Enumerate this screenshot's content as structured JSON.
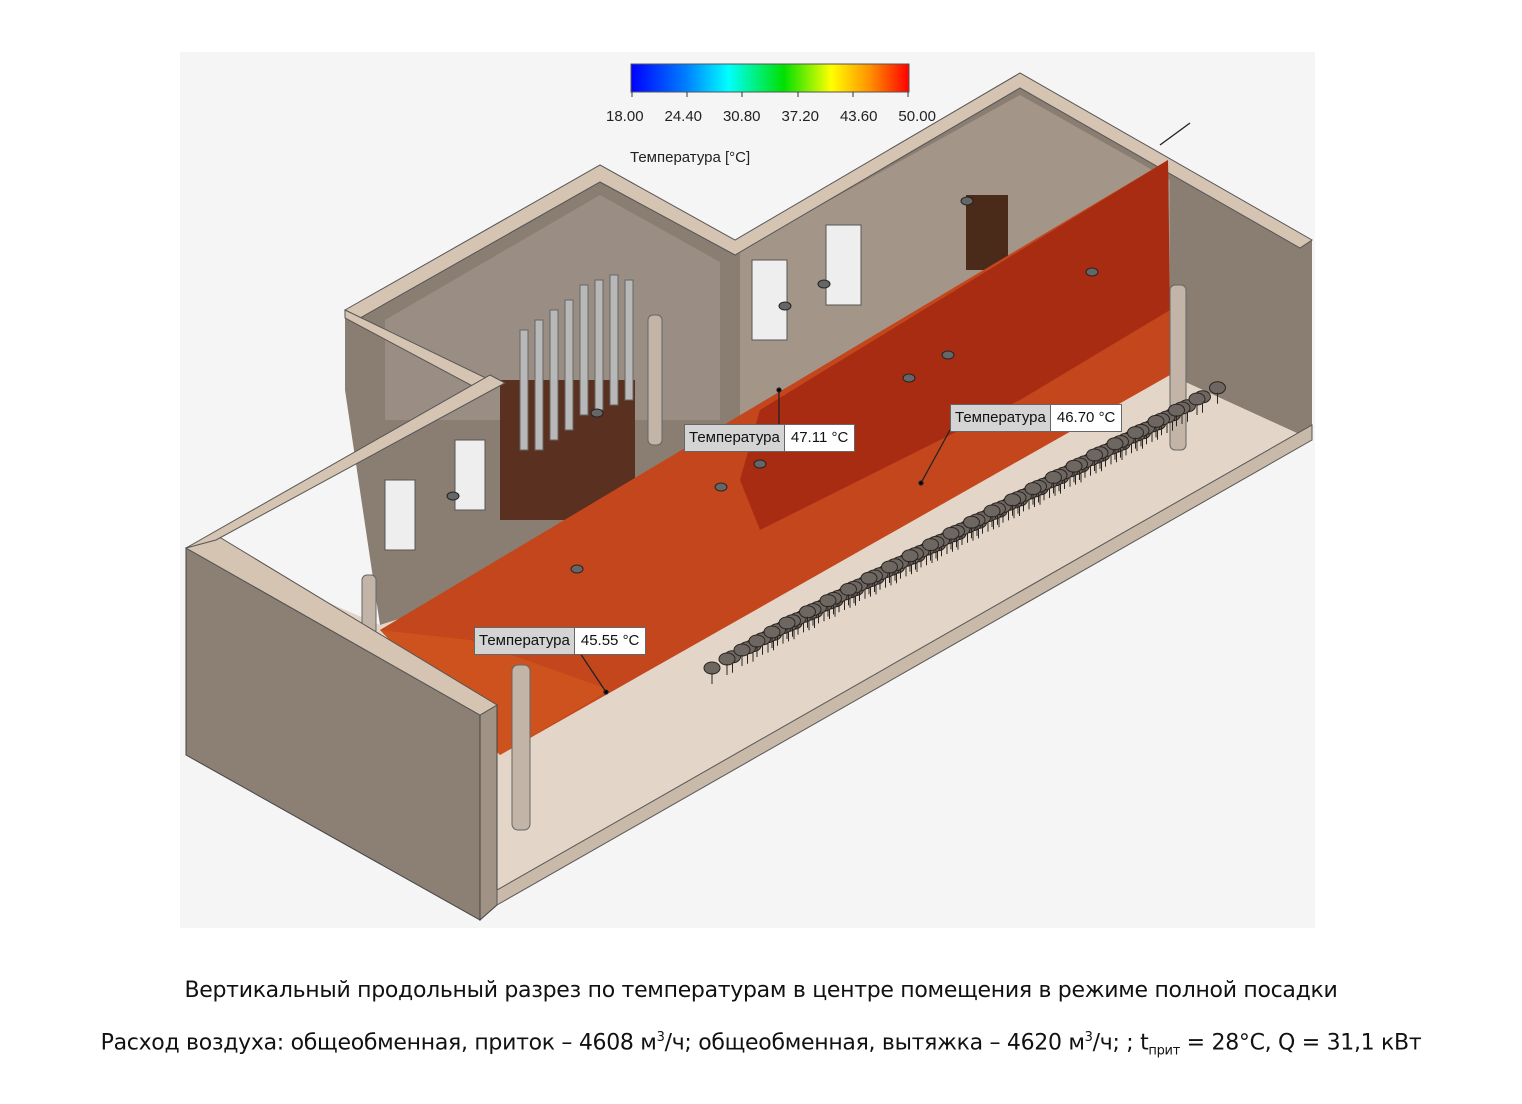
{
  "legend": {
    "title": "Температура [°C]",
    "ticks": [
      "18.00",
      "24.40",
      "30.80",
      "37.20",
      "43.60",
      "50.00"
    ],
    "colors": [
      "#0000ff",
      "#0050ff",
      "#00c0ff",
      "#00ffd0",
      "#00e030",
      "#80ff00",
      "#ffff00",
      "#ffb000",
      "#ff5000",
      "#ff0000"
    ]
  },
  "probes": [
    {
      "label": "Температура",
      "value": "47.11 °C"
    },
    {
      "label": "Температура",
      "value": "46.70 °C"
    },
    {
      "label": "Температура",
      "value": "45.55 °C"
    }
  ],
  "caption": {
    "line1": "Вертикальный продольный разрез по температурам в центре помещения в режиме полной посадки",
    "line2_a": "Расход воздуха: общеобменная, приток – 4608 м",
    "sup1": "3",
    "line2_b": "/ч; общеобменная, вытяжка – 4620 м",
    "sup2": "3",
    "line2_c": "/ч; ; t",
    "sub": "прит",
    "line2_d": " = 28°C, Q = 31,1 кВт"
  }
}
